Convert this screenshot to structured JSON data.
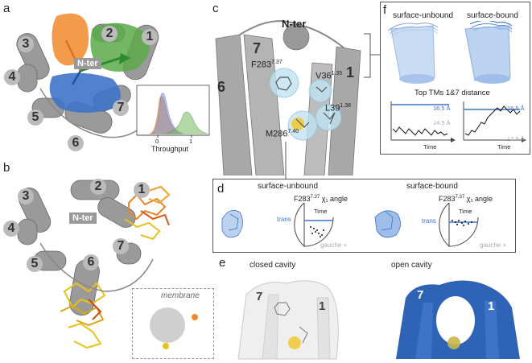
{
  "panels": {
    "a": "a",
    "b": "b",
    "c": "c",
    "d": "d",
    "e": "e",
    "f": "f"
  },
  "panel_a": {
    "helices": [
      "1",
      "2",
      "3",
      "4",
      "5",
      "6",
      "7"
    ],
    "nter": "N-ter",
    "inset_xlabel": "Throughput",
    "inset_ticks": [
      "0",
      "1"
    ]
  },
  "panel_b": {
    "helices": [
      "1",
      "2",
      "3",
      "4",
      "5",
      "6",
      "7"
    ],
    "nter": "N-ter",
    "membrane": "membrane"
  },
  "panel_c": {
    "nter": "N-ter",
    "helices": [
      "7",
      "6",
      "1"
    ],
    "residues": {
      "f283": {
        "name": "F283",
        "sup": "7.37"
      },
      "v36": {
        "name": "V36",
        "sup": "1.35"
      },
      "l39": {
        "name": "L39",
        "sup": "1.38"
      },
      "m286": {
        "name": "M286",
        "sup": "7.40"
      }
    }
  },
  "panel_d": {
    "unbound_title": "surface-unbound",
    "bound_title": "surface-bound",
    "angle_label": "F283",
    "angle_sup": "7.37",
    "angle_suffix": "χ₁ angle",
    "time": "Time",
    "trans": "trans",
    "gauche": "gauche +"
  },
  "panel_e": {
    "closed": "closed cavity",
    "open": "open cavity",
    "closed_helices": [
      "7",
      "1"
    ],
    "open_helices": [
      "7",
      "1"
    ]
  },
  "panel_f": {
    "unbound_title": "surface-unbound",
    "bound_title": "surface-bound",
    "distance_title": "Top TMs 1&7 distance",
    "d_high": "16.5 Å",
    "d_low": "14.5 Å",
    "time": "Time"
  },
  "colors": {
    "helix_gray": "#9a9a9a",
    "orange": "#f08a2a",
    "green": "#5aaa4a",
    "blue": "#3f73c9",
    "yellow": "#e8c21c",
    "light_blue": "#bfe3f2"
  }
}
